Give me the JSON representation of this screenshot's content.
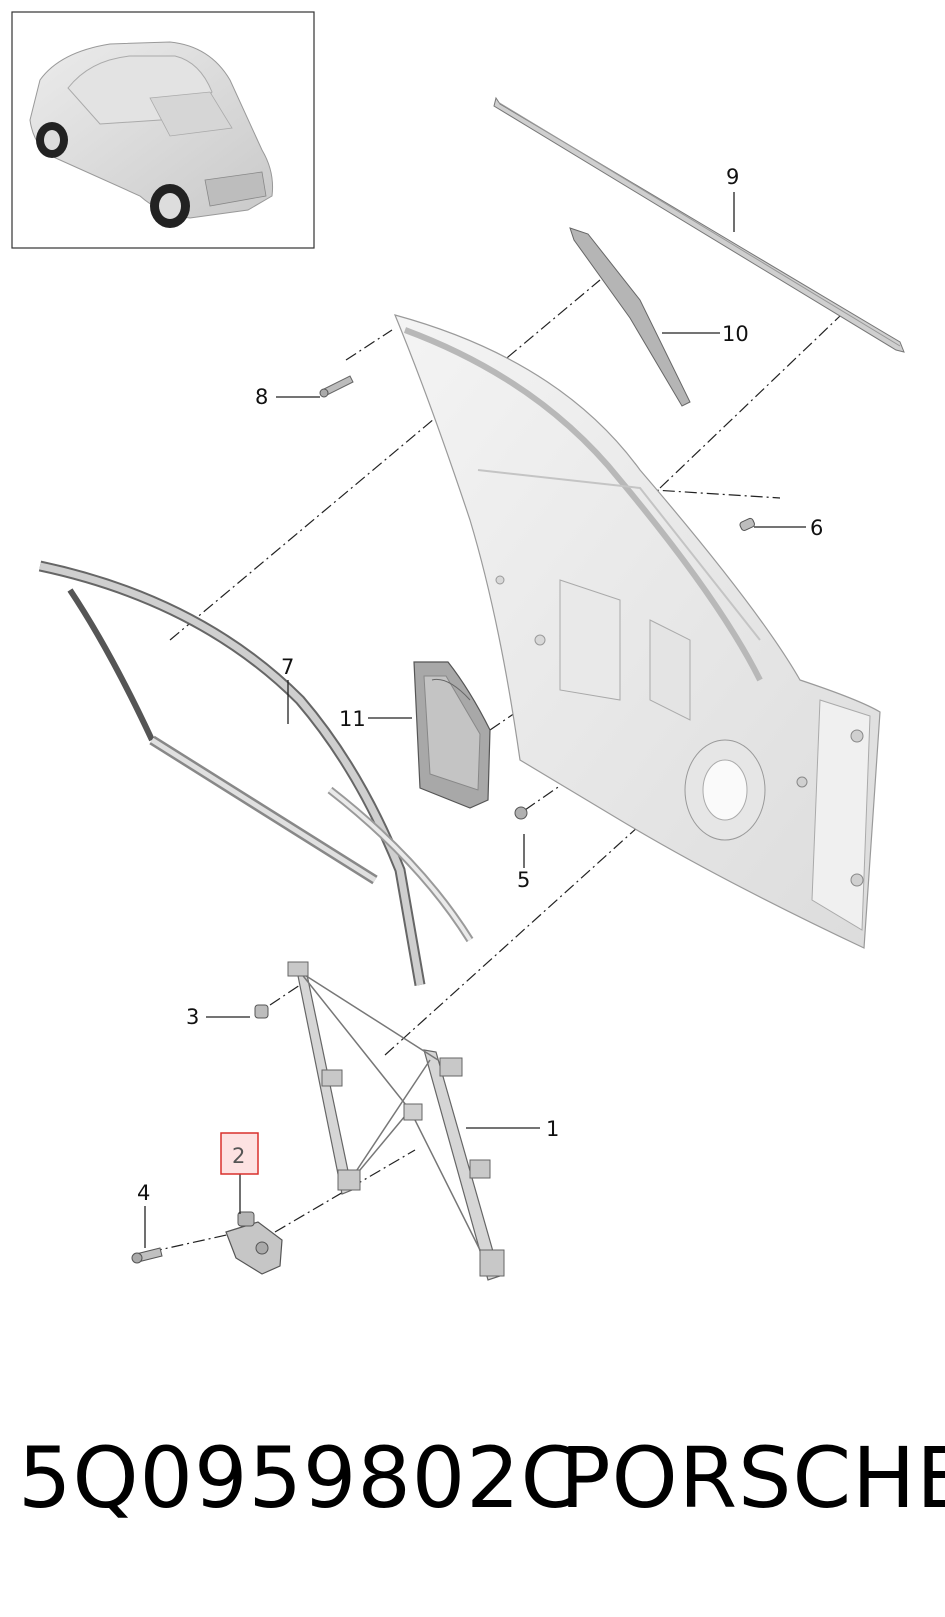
{
  "diagram": {
    "callouts": [
      {
        "id": "1",
        "label": "1"
      },
      {
        "id": "2",
        "label": "2",
        "highlighted": true
      },
      {
        "id": "3",
        "label": "3"
      },
      {
        "id": "4",
        "label": "4"
      },
      {
        "id": "5",
        "label": "5"
      },
      {
        "id": "6",
        "label": "6"
      },
      {
        "id": "7",
        "label": "7"
      },
      {
        "id": "8",
        "label": "8"
      },
      {
        "id": "9",
        "label": "9"
      },
      {
        "id": "10",
        "label": "10"
      },
      {
        "id": "11",
        "label": "11"
      }
    ],
    "highlight_color": "#d9302c"
  },
  "footer": {
    "part_number": "5Q0959802C",
    "brand": "PORSCHE"
  }
}
